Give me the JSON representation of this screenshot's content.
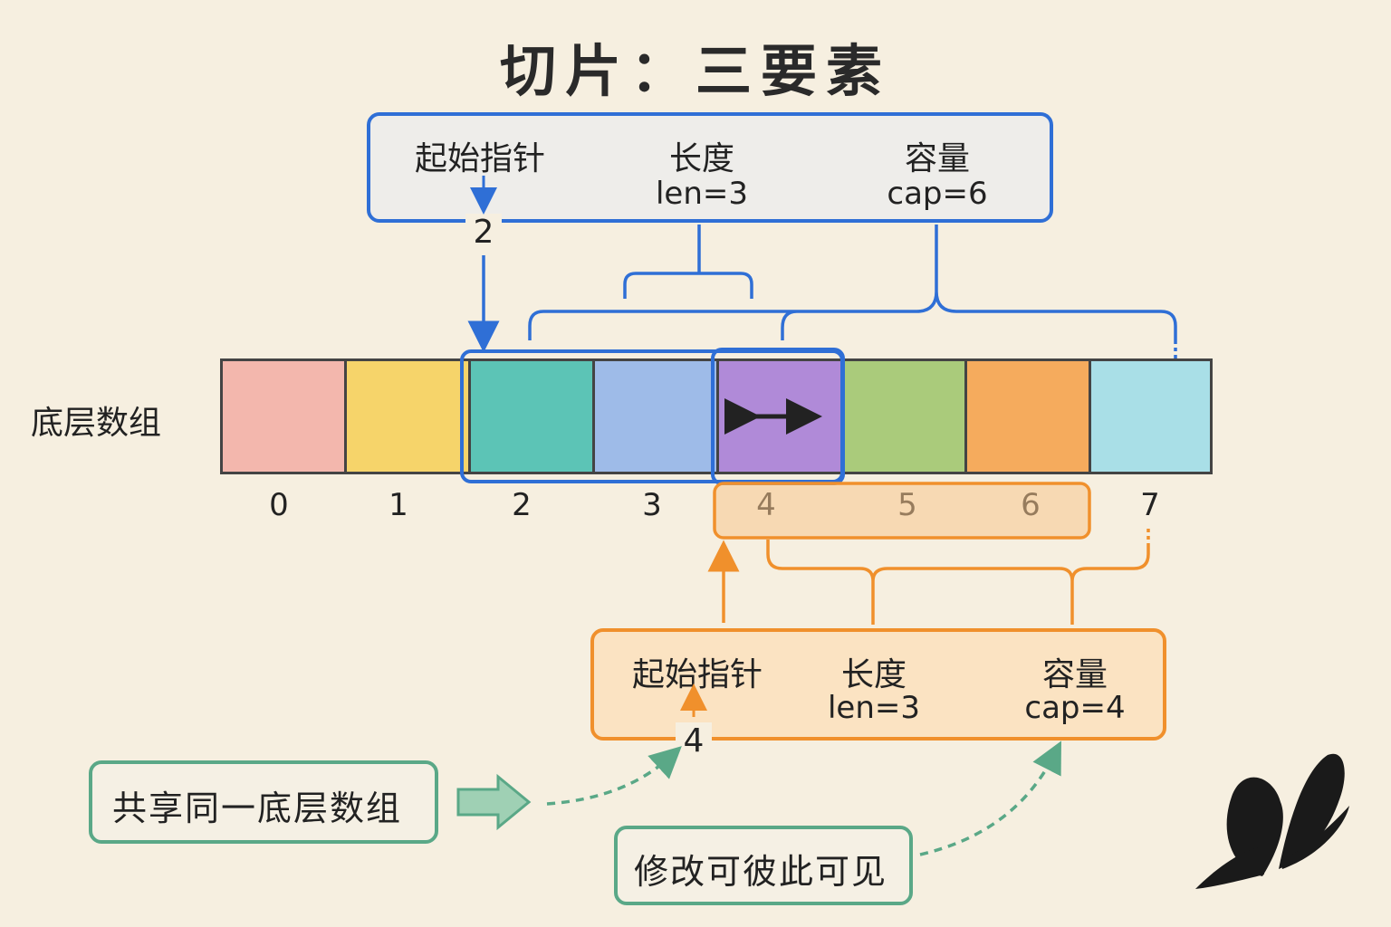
{
  "title": "切片：三要素",
  "slice_a": {
    "ptr_label": "起始指针",
    "ptr_value": "2",
    "len_label": "长度",
    "len_value": "len=3",
    "cap_label": "容量",
    "cap_value": "cap=6"
  },
  "array": {
    "label": "底层数组",
    "cells": [
      {
        "index": "0",
        "color": "#f3b7ad"
      },
      {
        "index": "1",
        "color": "#f6d46a"
      },
      {
        "index": "2",
        "color": "#5cc4b6"
      },
      {
        "index": "3",
        "color": "#9ebbe8"
      },
      {
        "index": "4",
        "color": "#b08ad8"
      },
      {
        "index": "5",
        "color": "#aacb7b"
      },
      {
        "index": "6",
        "color": "#f5ab5d"
      },
      {
        "index": "7",
        "color": "#a9dfe7"
      }
    ]
  },
  "slice_b": {
    "ptr_label": "起始指针",
    "ptr_value": "4",
    "len_label": "长度",
    "len_value": "len=3",
    "cap_label": "容量",
    "cap_value": "cap=4"
  },
  "notes": {
    "shared": "共享同一底层数组",
    "visible": "修改可彼此可见"
  },
  "colors": {
    "blue": "#2f6fd6",
    "orange": "#f0902c",
    "green": "#5aa887"
  }
}
